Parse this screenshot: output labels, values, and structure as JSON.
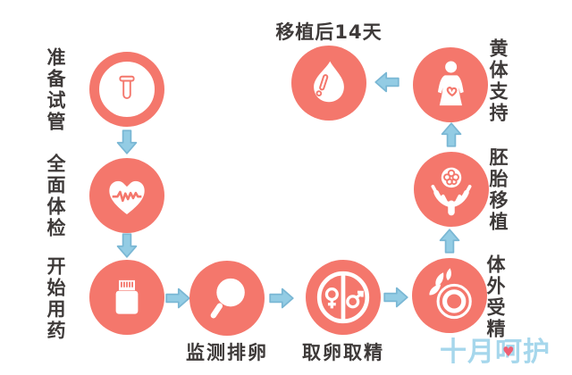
{
  "colors": {
    "salmon": "#F4776C",
    "arrow-fill": "#93CCE4",
    "arrow-stroke": "#7AB7D4",
    "ink": "#3E3A39",
    "watermark-blue": "#A6D7EC",
    "heart-pink": "#EF5F73",
    "bg": "#FFFFFF"
  },
  "flow": {
    "steps": [
      {
        "label": "准备试管",
        "icon": "test-tube-icon"
      },
      {
        "label": "全面体检",
        "icon": "heart-ekg-icon"
      },
      {
        "label": "开始用药",
        "icon": "pill-bottle-icon"
      },
      {
        "label": "监测排卵",
        "icon": "magnifier-icon"
      },
      {
        "label": "取卵取精",
        "icon": "male-female-icon"
      },
      {
        "label": "体外受精",
        "icon": "sperm-egg-icon"
      },
      {
        "label": "胚胎移植",
        "icon": "hands-embryo-icon"
      },
      {
        "label": "黄体支持",
        "icon": "pregnant-woman-icon"
      },
      {
        "label": "移植后14天",
        "icon": "blood-drop-icon"
      }
    ]
  },
  "watermark": {
    "part1": "十月呵",
    "part2": "护",
    "heart_glyph": "♥"
  }
}
